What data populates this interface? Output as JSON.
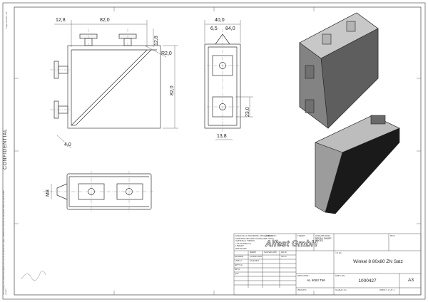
{
  "sheet": {
    "confidential_label": "CONFIDENTIAL",
    "top_left_tiny": "Page number: A3",
    "left_disclaimer": "This drawing is our intellectual property and may not be reproduced, copied, distributed or disclosed to third parties without our prior written consent."
  },
  "dimensions": {
    "front": {
      "top_left": "12,8",
      "top_width": "82,0",
      "right_top": "12,8",
      "radius": "R2,0",
      "height": "82,0",
      "bottom_diag": "4,0"
    },
    "side": {
      "width": "40,0",
      "left_small": "6,5",
      "angle": "84,0",
      "height_right": "23,0",
      "bottom_width": "13,8"
    },
    "top_view": {
      "thread": "M8"
    }
  },
  "title_block": {
    "company_logo": "Alfest GmbH",
    "part_number": "1000427",
    "title": "Winkel 8 80x80 ZN Satz",
    "material": "AL 6063 T66",
    "format": "A3",
    "sheet_label": "1 : 1",
    "notes": [
      "UNLESS OTHERWISE SPECIFIED:",
      "DIMENSIONS ARE IN MILLIMETERS",
      "SURFACE FINISH:",
      "TOLERANCES:",
      "LINEAR:",
      "ANGULAR:"
    ],
    "rows": [
      {
        "a": "",
        "b": "NAME",
        "c": "SIGNATURE",
        "d": "DATE"
      },
      {
        "a": "DRAWN",
        "b": "GUIDEONS",
        "c": "",
        "d": "06.11"
      },
      {
        "a": "CHK'D",
        "b": "GOEHRL",
        "c": "",
        "d": ""
      },
      {
        "a": "APPV'D",
        "b": "",
        "c": "",
        "d": ""
      },
      {
        "a": "MFG",
        "b": "",
        "c": "",
        "d": ""
      },
      {
        "a": "Q.A",
        "b": "",
        "c": "",
        "d": ""
      }
    ],
    "labels": {
      "company": "COMPANY:",
      "finish": "FINISH:",
      "deburr": "DEBURR AND BREAK SHARP EDGES",
      "rev": "REV.",
      "title_label": "TITLE:",
      "dwg_no": "DWG NO.",
      "material_label": "MATERIAL:",
      "weight": "WEIGHT:",
      "scale": "SCALE:1:1",
      "sheet": "SHEET 1 OF 1"
    }
  }
}
